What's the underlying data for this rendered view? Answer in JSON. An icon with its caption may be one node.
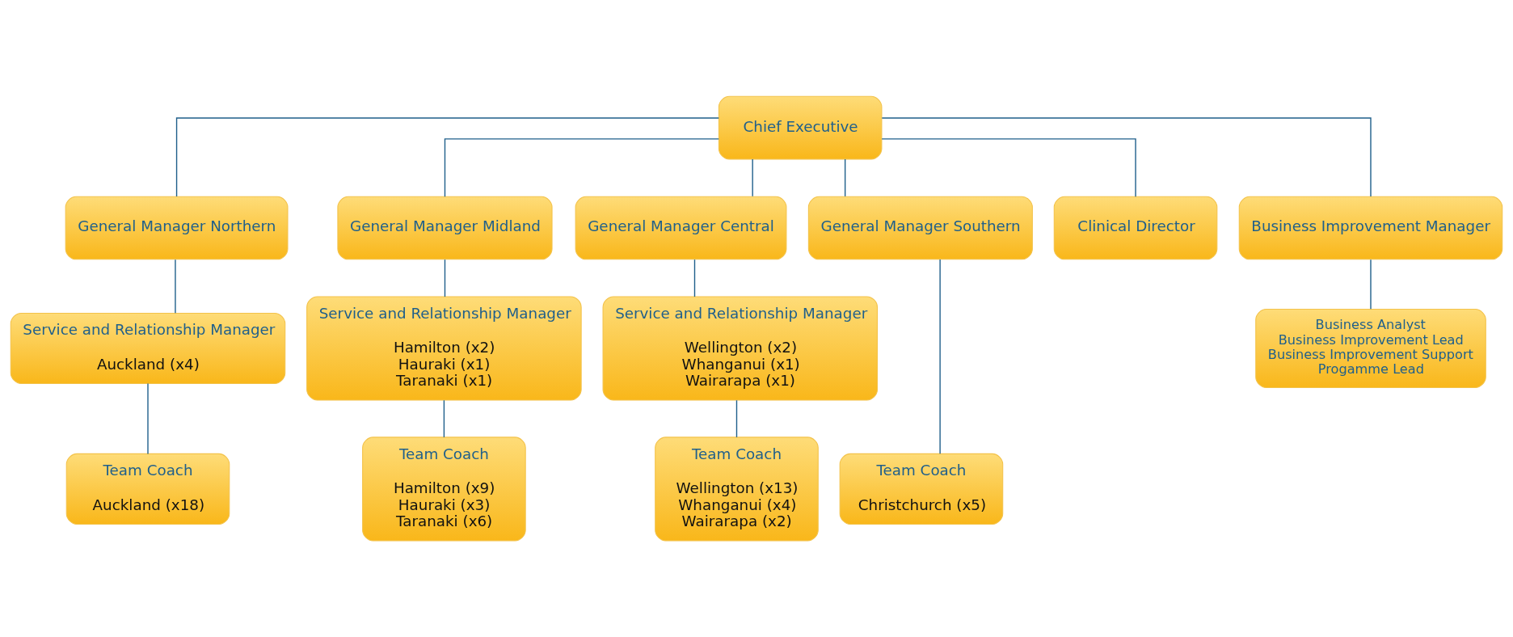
{
  "diagram": {
    "nodes": [
      {
        "text": [
          "Chief Executive"
        ]
      },
      {
        "text": [
          "General Manager Northern"
        ]
      },
      {
        "text": [
          "General Manager Midland"
        ]
      },
      {
        "text": [
          "General Manager Central"
        ]
      },
      {
        "text": [
          "General Manager Southern"
        ]
      },
      {
        "text": [
          "Clinical Director"
        ]
      },
      {
        "text": [
          "Business Improvement Manager"
        ]
      },
      {
        "text": [
          "Service and Relationship Manager",
          "Auckland (x4)"
        ]
      },
      {
        "text": [
          "Service and Relationship Manager",
          "Hamilton (x2)",
          "Hauraki (x1)",
          "Taranaki (x1)"
        ]
      },
      {
        "text": [
          "Service and Relationship Manager",
          "Wellington (x2)",
          "Whanganui (x1)",
          "Wairarapa (x1)"
        ]
      },
      {
        "text": [
          "Business Analyst",
          "Business Improvement Lead",
          "Business Improvement Support",
          "Progamme Lead"
        ]
      },
      {
        "text": [
          "Team Coach",
          "Auckland (x18)"
        ]
      },
      {
        "text": [
          "Team Coach",
          "Hamilton (x9)",
          "Hauraki (x3)",
          "Taranaki (x6)"
        ]
      },
      {
        "text": [
          "Team Coach",
          "Wellington (x13)",
          "Whanganui (x4)",
          "Wairarapa (x2)"
        ]
      },
      {
        "text": [
          "Team Coach",
          "Christchurch (x5)"
        ]
      }
    ],
    "edges": [
      {
        "from": 0,
        "to": 1,
        "arrow": "none"
      },
      {
        "from": 0,
        "to": 2,
        "arrow": "none"
      },
      {
        "from": 0,
        "to": 3,
        "arrow": "none"
      },
      {
        "from": 0,
        "to": 4,
        "arrow": "none"
      },
      {
        "from": 0,
        "to": 5,
        "arrow": "none"
      },
      {
        "from": 0,
        "to": 6,
        "arrow": "none"
      },
      {
        "from": 1,
        "to": 7,
        "arrow": "none"
      },
      {
        "from": 2,
        "to": 8,
        "arrow": "none"
      },
      {
        "from": 3,
        "to": 9,
        "arrow": "none"
      },
      {
        "from": 6,
        "to": 10,
        "arrow": "none"
      },
      {
        "from": 7,
        "to": 11,
        "arrow": "none"
      },
      {
        "from": 8,
        "to": 12,
        "arrow": "none"
      },
      {
        "from": 9,
        "to": 13,
        "arrow": "none"
      },
      {
        "from": 4,
        "to": 14,
        "arrow": "none"
      }
    ]
  }
}
